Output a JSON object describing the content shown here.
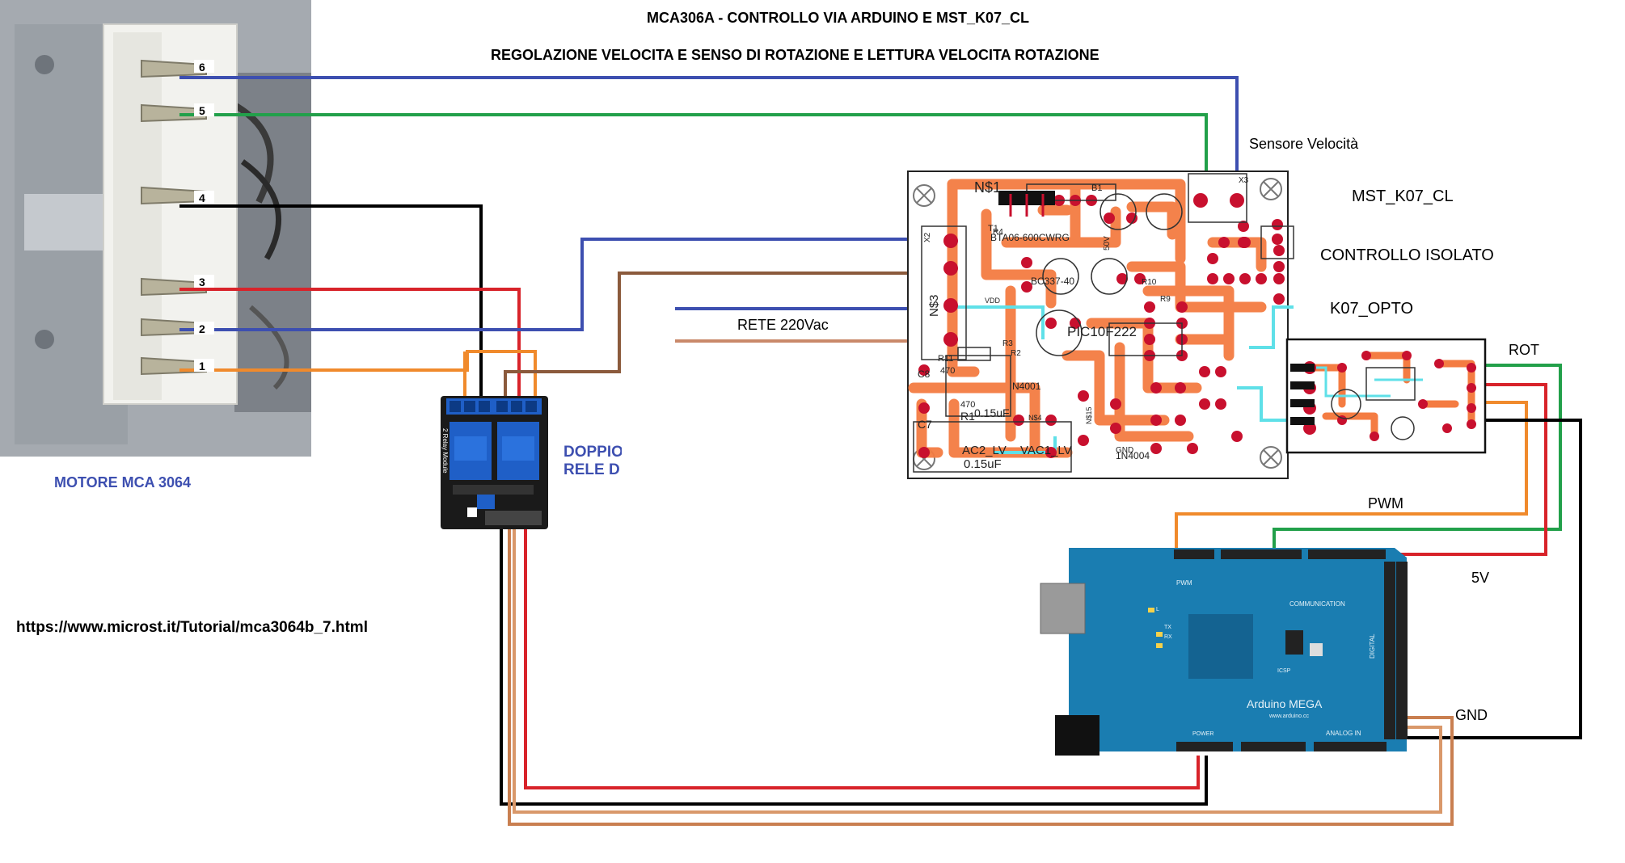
{
  "title": "MCA306A  - CONTROLLO VIA ARDUINO E MST_K07_CL",
  "subtitle": "REGOLAZIONE VELOCITA  E SENSO DI ROTAZIONE E LETTURA VELOCITA ROTAZIONE",
  "motor": {
    "caption": "MOTORE MCA 3064",
    "pins": [
      "6",
      "5",
      "4",
      "3",
      "2",
      "1"
    ]
  },
  "relay": {
    "caption_line1": "DOPPIO",
    "caption_line2": "RELE D",
    "silk": "2 Relay Module"
  },
  "board": {
    "sensor_label": "Sensore Velocità",
    "name": "MST_K07_CL",
    "isolated_label": "CONTROLLO ISOLATO",
    "opto_label": "K07_OPTO",
    "components": {
      "ns1": "N$1",
      "ns3": "N$3",
      "b1": "B1",
      "t1": "T1",
      "bta": "BTA06-600CWRG",
      "bc": "BC337-40",
      "pic": "PIC10F222",
      "diode": "1N4004",
      "n4001": "N4001",
      "r1": "R1",
      "cap15": "0.15uF",
      "c7": "C7",
      "c8": "C8",
      "r11": "R11",
      "r470": "470",
      "r470b": "470",
      "r2": "R2",
      "r3": "R3",
      "r4": "R4",
      "r9": "R9",
      "r10": "R10",
      "vdd": "VDD",
      "gnd": "GND",
      "ac2": "AC2_LV",
      "vac1": "VAC1_LV",
      "ac2vac": "0.15uF",
      "v50": "50V",
      "x3": "X3",
      "x2": "X2",
      "ns4": "N$4",
      "n15": "N$15"
    }
  },
  "mains_label": "RETE 220Vac",
  "signals": {
    "rot": "ROT",
    "pwm": "PWM",
    "v5": "5V",
    "gnd": "GND"
  },
  "arduino": {
    "name": "Arduino MEGA",
    "url_silk": "www.arduino.cc",
    "pwm": "PWM",
    "communication": "COMMUNICATION",
    "digital": "DIGITAL",
    "analog": "ANALOG IN",
    "power": "POWER",
    "icsp": "ICSP",
    "tx": "TX",
    "rx": "RX",
    "l": "L"
  },
  "url": "https://www.microst.it/Tutorial/mca3064b_7.html",
  "colors": {
    "blue": "#3d4fb0",
    "green": "#22a04a",
    "black": "#000000",
    "red": "#d8232a",
    "orange": "#f08a2c",
    "brown": "#8b5a3c",
    "tan": "#d9986a",
    "pad": "#f47c42",
    "via": "#c8102e",
    "arduino": "#1a7db1"
  }
}
